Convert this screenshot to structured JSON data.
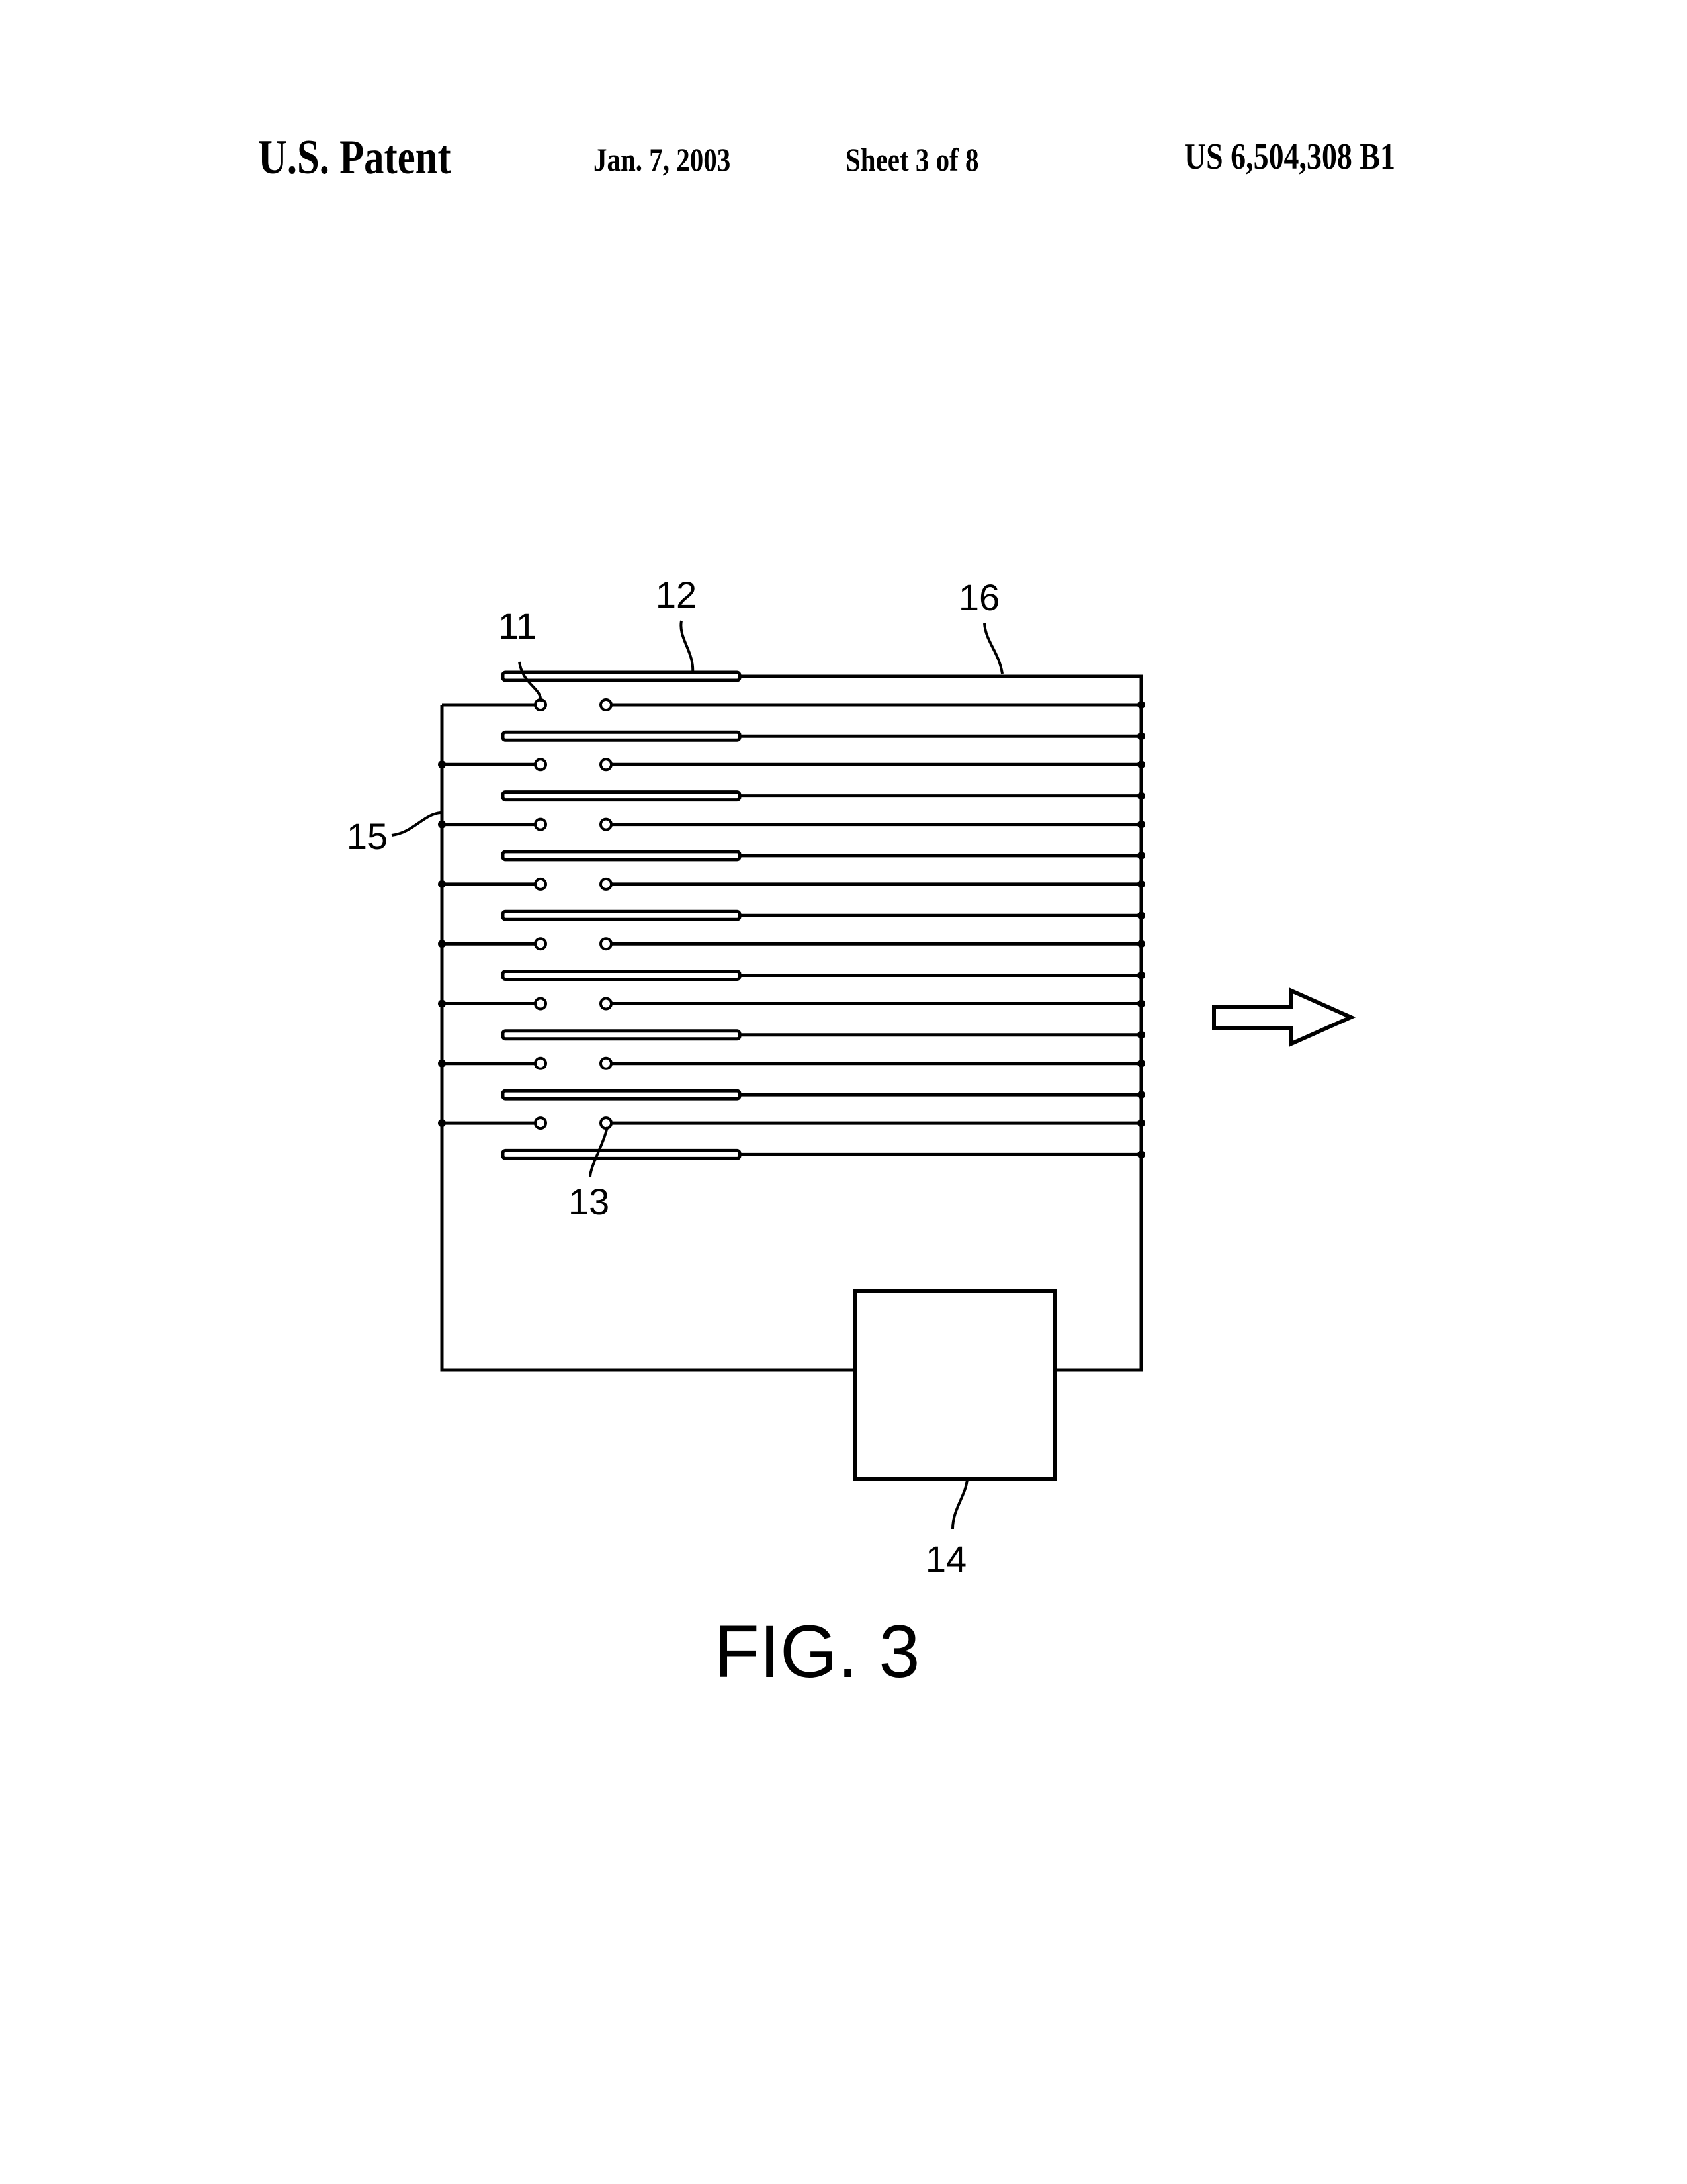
{
  "header": {
    "title": "U.S. Patent",
    "date": "Jan. 7, 2003",
    "sheet": "Sheet 3 of 8",
    "patent_number": "US 6,504,308 B1"
  },
  "figure": {
    "caption": "FIG. 3",
    "plate_count": 9,
    "switch_count": 8,
    "reference_labels": {
      "switch_contact_left": "11",
      "plate": "12",
      "switch_contact_right": "13",
      "power_unit": "14",
      "left_bus": "15",
      "right_bus": "16"
    },
    "direction_arrow": "right"
  }
}
